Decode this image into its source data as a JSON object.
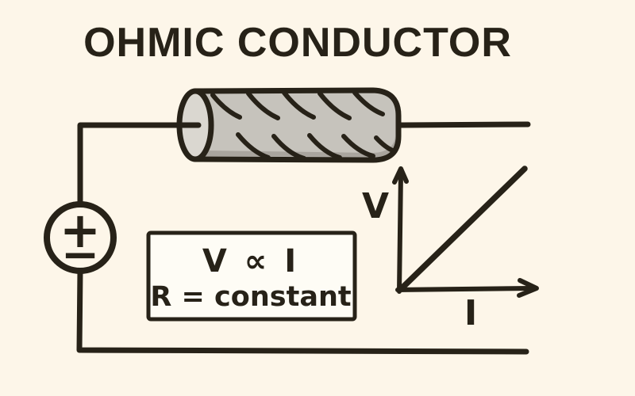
{
  "title": "OHMIC CONDUCTOR",
  "colors": {
    "background": "#FDF6E9",
    "ink": "#272218",
    "resistor_body": "#C6C3BC",
    "resistor_cap": "#DAD7D0",
    "formula_box_fill": "#FEFCF5"
  },
  "circuit": {
    "battery": {
      "positive_label": "+",
      "negative_label": "−"
    }
  },
  "formula_box": {
    "line1": "V ∝ I",
    "line2": "R = constant"
  },
  "graph": {
    "type": "line",
    "y_axis_label": "V",
    "x_axis_label": "I",
    "line_through_origin": true,
    "shape": "straight diagonal line from origin (linear V–I relationship)"
  }
}
